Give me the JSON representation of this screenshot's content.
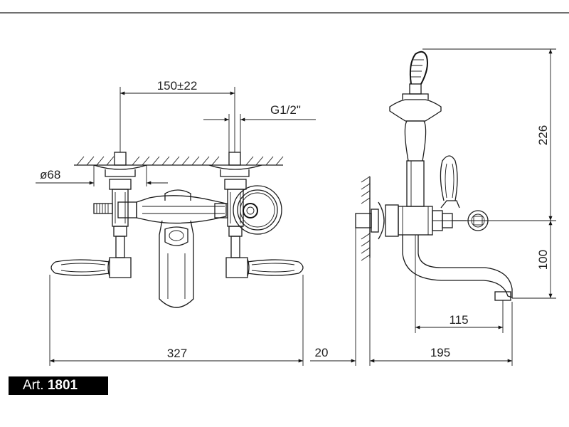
{
  "dimensions": {
    "spacing": "150±22",
    "thread": "G1/2\"",
    "rosette": "ø68",
    "total_width": "327",
    "wall_offset": "20",
    "depth": "195",
    "spout_reach": "115",
    "spout_height": "100",
    "shower_height": "226"
  },
  "article": {
    "prefix": "Art.",
    "number": "1801"
  }
}
